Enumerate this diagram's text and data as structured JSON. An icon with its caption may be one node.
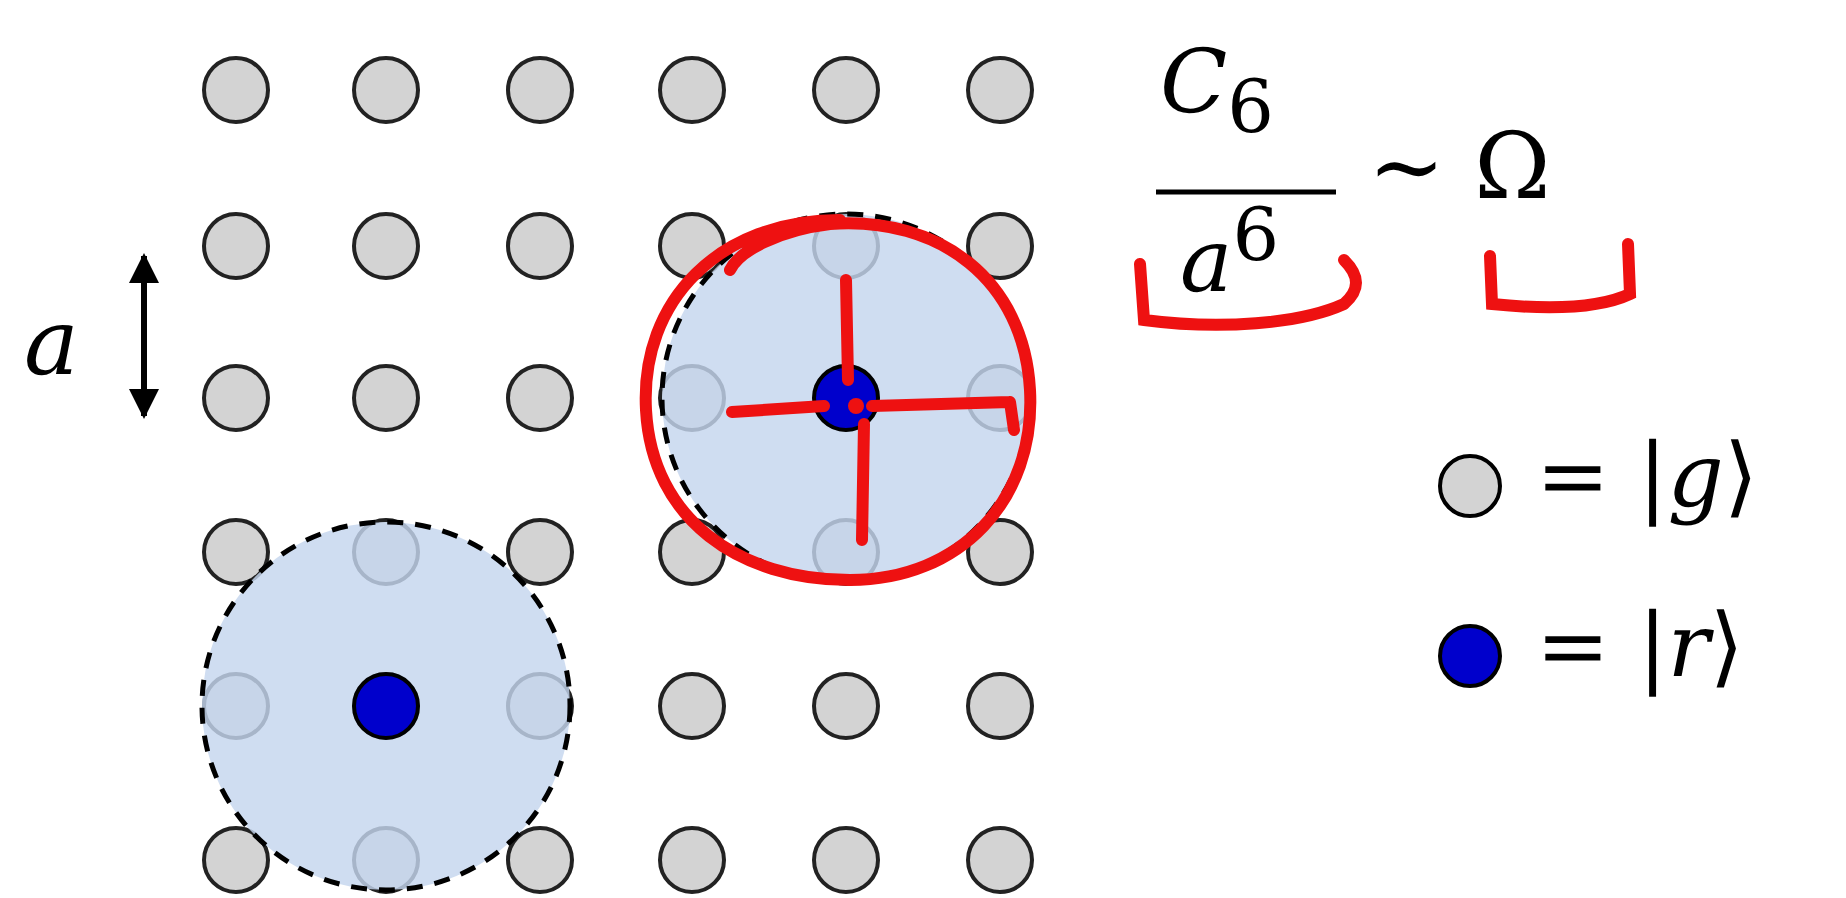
{
  "diagram": {
    "labels": [
      "a",
      "*C*$_{6}$",
      "*a*$^{6}$",
      "~ Ω"
    ],
    "legend": [
      {
        "text": "= |*g*⟩"
      },
      {
        "text": "= |*r*⟩"
      }
    ]
  }
}
